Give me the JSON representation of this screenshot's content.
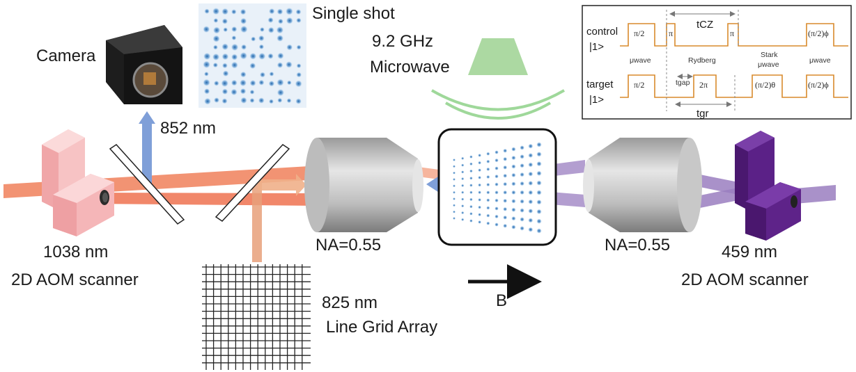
{
  "labels": {
    "camera": "Camera",
    "single_shot": "Single shot",
    "freq": "9.2 GHz",
    "microwave": "Microwave",
    "probe_wavelength": "852 nm",
    "left_wavelength": "1038 nm",
    "left_scanner": "2D AOM scanner",
    "na_left": "NA=0.55",
    "na_right": "NA=0.55",
    "right_wavelength": "459 nm",
    "right_scanner": "2D AOM scanner",
    "grid_wavelength": "825 nm",
    "grid_name": "Line Grid Array",
    "field": "B"
  },
  "timing": {
    "control_label": "control",
    "control_state": "|1>",
    "target_label": "target",
    "target_state": "|1>",
    "t_cz": "tCZ",
    "t_gr": "tgr",
    "t_gap": "tgap",
    "pulses_control": [
      "π/2",
      "π",
      "π",
      "(π/2)ϕ"
    ],
    "pulses_target": [
      "π/2",
      "2π",
      "(π/2)θ",
      "(π/2)ϕ"
    ],
    "mwave_1": "μwave",
    "rydberg": "Rydberg",
    "stark_1": "Stark",
    "stark_2": "μwave",
    "mwave_2": "μwave"
  },
  "colors": {
    "red_beam": "#f0805a",
    "blue_beam": "#7f9fd8",
    "purple_beam": "#9a7ec0",
    "aom_left": "#f4b0b2",
    "aom_right": "#6a2b96",
    "microwave": "#9fd89a",
    "pulse_line": "#d98a2c"
  }
}
